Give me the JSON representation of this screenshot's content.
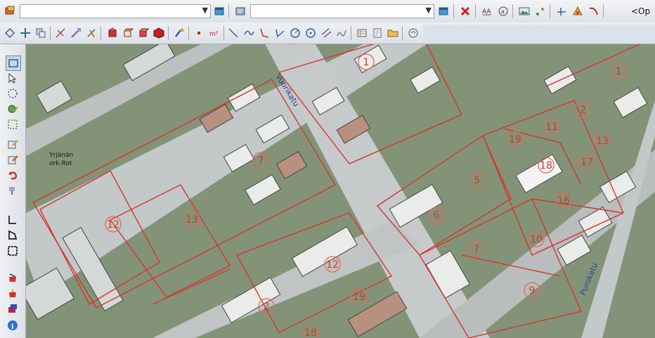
{
  "toolbar_top": {
    "layer_combo_value": "",
    "view_combo_value": "",
    "options_label": "<Op"
  },
  "icons_top": [
    "layer-icon",
    "dropdown-icon",
    "window-icon",
    "delete-icon",
    "text-style-icon",
    "annotation-icon",
    "image-icon",
    "tool-icon",
    "line-icon",
    "snap-icon",
    "curve-icon"
  ],
  "icons_second": [
    "snap-vertex-icon",
    "move-icon",
    "copy-icon",
    "trim-icon",
    "extend-icon",
    "cut-icon",
    "render-icon",
    "box-icon",
    "solid-icon",
    "cube-icon",
    "paint-icon",
    "point-icon",
    "area-icon",
    "line-icon",
    "polyline-icon",
    "arc-icon",
    "angle-icon",
    "circle-icon",
    "circle2-icon",
    "parallel-icon",
    "freehand-icon",
    "table-icon",
    "report-icon",
    "folder-icon",
    "pan-icon"
  ],
  "icons_left": [
    "select-rectangle-icon",
    "pointer-icon",
    "lasso-icon",
    "globe-edit-icon",
    "select-area-icon",
    "edit-icon",
    "edit2-icon",
    "undo-icon",
    "pin-icon",
    "polyline-tool-icon",
    "polygon-tool-icon",
    "rectangle-tool-icon",
    "color-icon",
    "fill-icon",
    "layers-icon",
    "info-icon"
  ],
  "map": {
    "street_labels": [
      "Vuorikatu",
      "Purokatu"
    ],
    "lot_numbers": [
      "1",
      "1",
      "2",
      "13",
      "17",
      "18",
      "19",
      "11",
      "5",
      "6",
      "7",
      "10",
      "12",
      "13",
      "16",
      "9",
      "19",
      "2",
      "18",
      "7",
      "12"
    ],
    "area_labels": [
      "Yrjänän",
      "ork-Rot"
    ]
  },
  "colors": {
    "road": "#c3c8c9",
    "vegetation": "#7f8f74",
    "building": "#e9ece9",
    "roof_brown": "#b8907e",
    "boundary_red": "#d6352d",
    "lot_circle": "#e0685a"
  }
}
